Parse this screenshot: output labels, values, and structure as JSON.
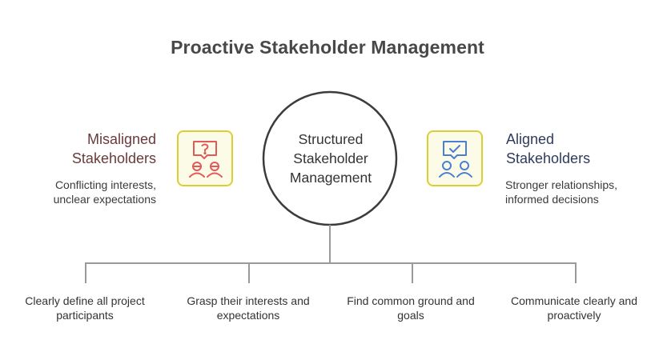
{
  "title": "Proactive Stakeholder Management",
  "center": {
    "label": "Structured Stakeholder Management"
  },
  "left": {
    "title": "Misaligned Stakeholders",
    "description": "Conflicting interests, unclear expectations",
    "icon": "confused-people-icon",
    "icon_color": "#e05a5a"
  },
  "right": {
    "title": "Aligned Stakeholders",
    "description": "Stronger relationships, informed decisions",
    "icon": "agreed-people-icon",
    "icon_color": "#4a7fd6"
  },
  "steps": [
    {
      "label": "Clearly define all project participants"
    },
    {
      "label": "Grasp their interests and expectations"
    },
    {
      "label": "Find common ground and goals"
    },
    {
      "label": "Communicate clearly and proactively"
    }
  ],
  "colors": {
    "icon_box_border": "#dccd35",
    "icon_box_fill": "#fbfbe7",
    "connector": "#9a9a9a",
    "circle_stroke": "#3c3c3c"
  }
}
